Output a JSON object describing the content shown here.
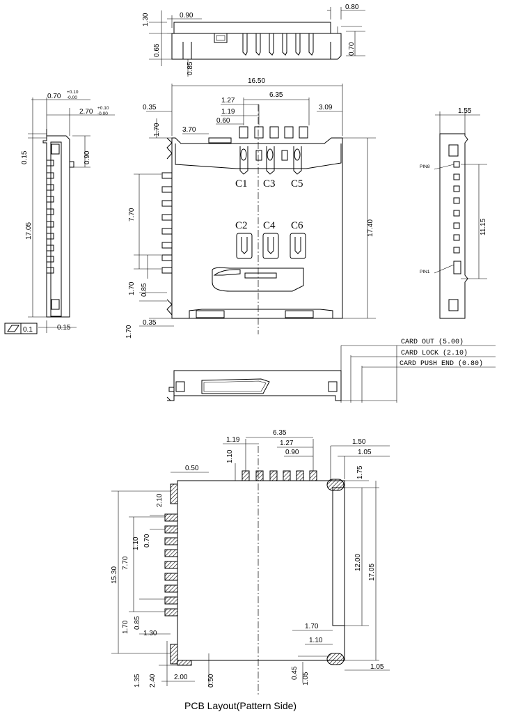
{
  "top_view": {
    "dims": [
      "1.30",
      "0.90",
      "0.80",
      "0.65",
      "0.70",
      "0.85"
    ]
  },
  "front_view": {
    "dims": [
      "16.50",
      "6.35",
      "1.27",
      "0.35",
      "3.09",
      "1.19",
      "0.60",
      "1.70",
      "3.70",
      "7.70",
      "17.40",
      "1.70",
      "0.85",
      "1.70",
      "0.35"
    ],
    "contacts": [
      "C1",
      "C3",
      "C5",
      "C2",
      "C4",
      "C6"
    ]
  },
  "left_view": {
    "dims": [
      "0.70",
      "+0.10",
      "-0.00",
      "2.70",
      "+0.10",
      "-0.00",
      "0.15",
      "0.90",
      "17.05",
      "0.15"
    ],
    "flatness": "0.1"
  },
  "right_view": {
    "dims": [
      "1.55",
      "11.15"
    ],
    "pins": [
      "PIN8",
      "PIN1"
    ]
  },
  "card_positions": [
    "CARD OUT (5.00)",
    "CARD LOCK (2.10)",
    "CARD PUSH END (0.80)"
  ],
  "pcb_layout": {
    "title": "PCB Layout(Pattern Side)",
    "dims": [
      "6.35",
      "1.19",
      "1.27",
      "1.50",
      "1.10",
      "0.90",
      "1.05",
      "0.50",
      "1.75",
      "2.10",
      "1.10",
      "0.70",
      "7.70",
      "15.30",
      "12.00",
      "17.05",
      "1.70",
      "0.85",
      "1.30",
      "1.70",
      "1.10",
      "1.35",
      "2.40",
      "2.00",
      "0.50",
      "0.45",
      "1.05",
      "1.05"
    ]
  }
}
